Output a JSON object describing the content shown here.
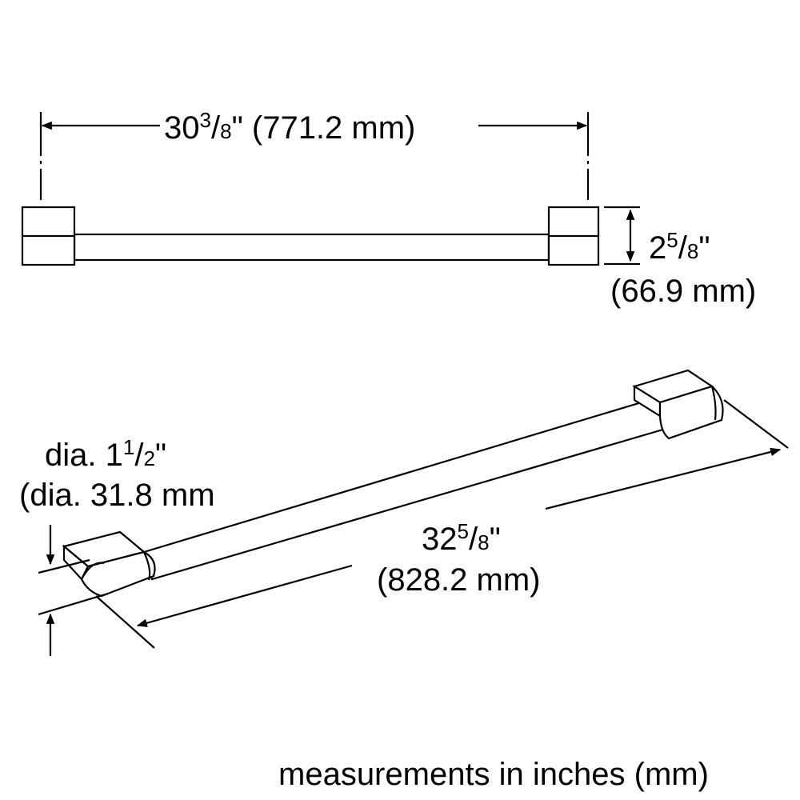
{
  "front_view": {
    "width": {
      "whole": "30",
      "num": "3",
      "den": "8",
      "mm": "(771.2 mm)"
    },
    "depth": {
      "whole": "2",
      "num": "5",
      "den": "8",
      "mm": "(66.9 mm)"
    }
  },
  "iso_view": {
    "diameter": {
      "prefix": "dia. ",
      "whole": "1",
      "num": "1",
      "den": "2",
      "mm": "(dia. 31.8 mm"
    },
    "length": {
      "whole": "32",
      "num": "5",
      "den": "8",
      "mm": "(828.2 mm)"
    }
  },
  "footer": {
    "note": "measurements in inches (mm)"
  },
  "colors": {
    "line": "#000000",
    "background": "#ffffff"
  }
}
